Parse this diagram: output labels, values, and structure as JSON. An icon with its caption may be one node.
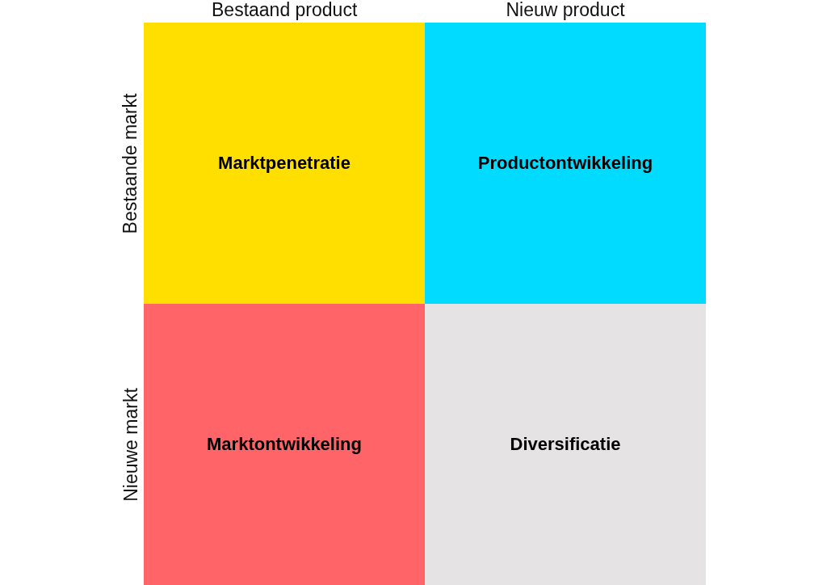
{
  "diagram": {
    "nodes": [
      {
        "text": [
          "Marktpenetratie"
        ]
      },
      {
        "text": [
          "Productontwikkeling"
        ]
      },
      {
        "text": [
          "Marktontwikkeling"
        ]
      },
      {
        "text": [
          "Diversificatie"
        ]
      }
    ],
    "labels": [
      "Bestaand product",
      "Nieuw product",
      "Bestaande markt",
      "Nieuwe markt"
    ]
  }
}
